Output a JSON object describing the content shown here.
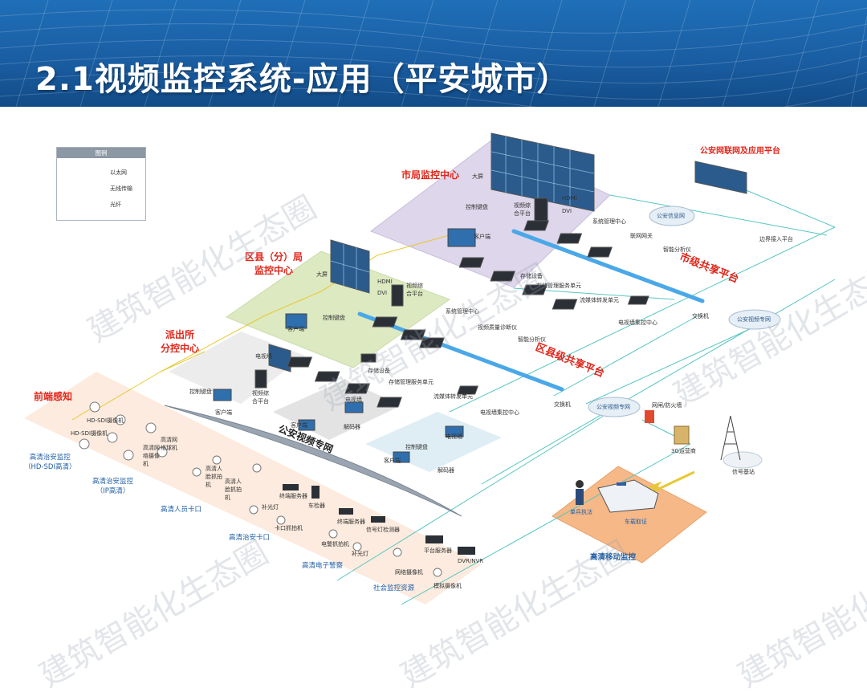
{
  "title": "2.1视频监控系统-应用（平安城市）",
  "legend": {
    "header": "图例",
    "items": [
      "以太网",
      "无线传输",
      "光纤"
    ]
  },
  "sections": {
    "city_center": "市局监控中心",
    "district_center": "区县（分）局\n监控中心",
    "police_station": "派出所\n分控中心",
    "frontend": "前端感知",
    "police_net_platform": "公安网联网及应用平台",
    "city_share": "市级共享平台",
    "district_share": "区县级共享平台",
    "private_net": "公安视频专网",
    "mobile": "高清移动监控"
  },
  "devices": {
    "city": [
      "大屏",
      "视频综合平台",
      "控制键盘",
      "客户端",
      "HDMI",
      "DVI",
      "系统管理中心",
      "联网网关",
      "智能分析仪",
      "存储管理服务单元",
      "流媒体转发单元",
      "电视墙集控中心",
      "交换机",
      "存储设备"
    ],
    "district": [
      "大屏",
      "HDMI",
      "DVI",
      "视频综合平台",
      "控制键盘",
      "客户端",
      "系统管理中心",
      "视频质量诊断仪",
      "智能分析仪",
      "存储设备",
      "存储管理服务单元",
      "流媒体转发单元",
      "电视墙集控中心",
      "交换机"
    ],
    "station": [
      "电视墙",
      "控制键盘",
      "视频综合平台",
      "客户端"
    ],
    "station2": [
      "电视墙",
      "客户端",
      "解码器"
    ],
    "station3": [
      "电视墙",
      "控制键盘",
      "客户端",
      "解码器"
    ],
    "frontend": [
      "HD-SDI摄像机",
      "HD-SDI摄像机",
      "高清网络摄像机",
      "高清网络球机",
      "高清人脸抓拍机",
      "高清人脸抓拍机",
      "补光灯",
      "终端服务器",
      "车检器",
      "卡口抓拍机",
      "电警抓拍机",
      "终端服务器",
      "信号灯检测器",
      "补光灯",
      "平台服务器",
      "DVR/NVR",
      "网络摄像机",
      "模拟摄像机"
    ],
    "frontend_groups": [
      "高清治安监控\n（HD-SDI高清）",
      "高清治安监控\n（IP高清）",
      "高清人员卡口",
      "高清治安卡口",
      "高清电子警察",
      "社会监控资源"
    ],
    "edge": [
      "边界接入平台",
      "公安信息网",
      "公安视频专网",
      "公安视频专网",
      "网闸/防火墙",
      "3G运营商",
      "信号基站",
      "单兵执法",
      "车载取证"
    ]
  },
  "watermark": "建筑智能化生态圈",
  "colors": {
    "header": "#1a5ea3",
    "city_zone": "#d8cfe6",
    "district_zone": "#d9e8b8",
    "station_zone": "#e6e6e6",
    "frontend_zone": "#fbe3d2",
    "fiber": "#4aa8e8",
    "ethernet": "#56c6c0",
    "wireless": "#e8c830",
    "accent_red": "#e0261b"
  }
}
